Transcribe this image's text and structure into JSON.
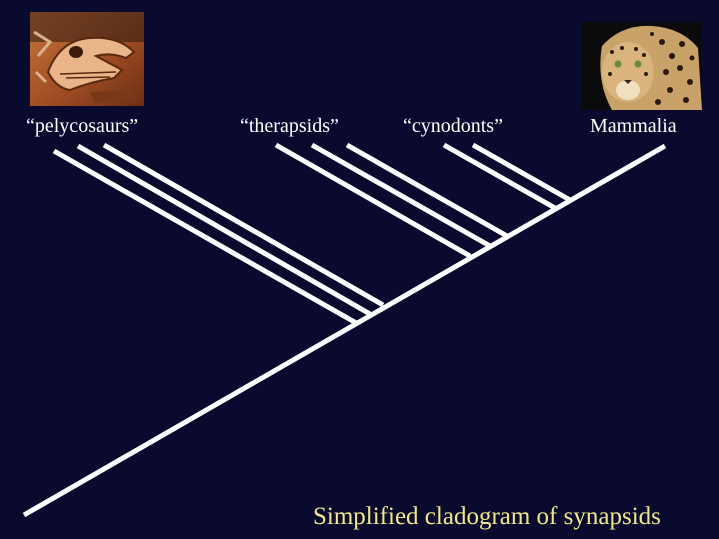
{
  "taxa": [
    {
      "id": "pely",
      "label": "“pelycosaurs”"
    },
    {
      "id": "ther",
      "label": "“therapsids”"
    },
    {
      "id": "cyno",
      "label": "“cynodonts”"
    },
    {
      "id": "mamm",
      "label": "Mammalia"
    }
  ],
  "caption": "Simplified cladogram of synapsids",
  "images": {
    "fossil": "pelycosaur-skull-fossil",
    "leopard": "leopard-face"
  },
  "colors": {
    "background": "#0a0a2e",
    "branch": "#ffffff",
    "caption": "#f2e88a"
  }
}
